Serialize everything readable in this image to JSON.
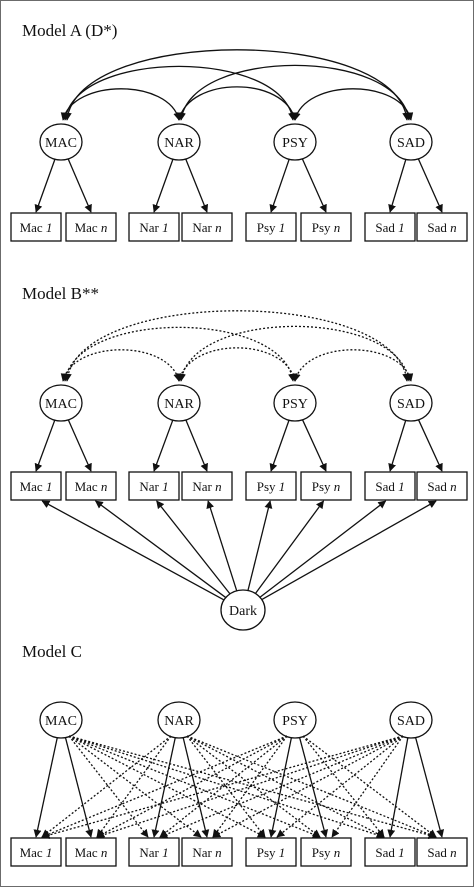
{
  "figure": {
    "panels": [
      {
        "id": "A",
        "title": "Model A (D*)",
        "factors": [
          "MAC",
          "NAR",
          "PSY",
          "SAD"
        ],
        "indicators": [
          {
            "base": "Mac",
            "suffix": "1"
          },
          {
            "base": "Mac",
            "suffix": "n"
          },
          {
            "base": "Nar",
            "suffix": "1"
          },
          {
            "base": "Nar",
            "suffix": "n"
          },
          {
            "base": "Psy",
            "suffix": "1"
          },
          {
            "base": "Psy",
            "suffix": "n"
          },
          {
            "base": "Sad",
            "suffix": "1"
          },
          {
            "base": "Sad",
            "suffix": "n"
          }
        ],
        "correlation_style": "solid"
      },
      {
        "id": "B",
        "title": "Model B**",
        "factors": [
          "MAC",
          "NAR",
          "PSY",
          "SAD"
        ],
        "indicators": [
          {
            "base": "Mac",
            "suffix": "1"
          },
          {
            "base": "Mac",
            "suffix": "n"
          },
          {
            "base": "Nar",
            "suffix": "1"
          },
          {
            "base": "Nar",
            "suffix": "n"
          },
          {
            "base": "Psy",
            "suffix": "1"
          },
          {
            "base": "Psy",
            "suffix": "n"
          },
          {
            "base": "Sad",
            "suffix": "1"
          },
          {
            "base": "Sad",
            "suffix": "n"
          }
        ],
        "general_factor": "Dark",
        "correlation_style": "dotted"
      },
      {
        "id": "C",
        "title": "Model C",
        "factors": [
          "MAC",
          "NAR",
          "PSY",
          "SAD"
        ],
        "indicators": [
          {
            "base": "Mac",
            "suffix": "1"
          },
          {
            "base": "Mac",
            "suffix": "n"
          },
          {
            "base": "Nar",
            "suffix": "1"
          },
          {
            "base": "Nar",
            "suffix": "n"
          },
          {
            "base": "Psy",
            "suffix": "1"
          },
          {
            "base": "Psy",
            "suffix": "n"
          },
          {
            "base": "Sad",
            "suffix": "1"
          },
          {
            "base": "Sad",
            "suffix": "n"
          }
        ],
        "cross_loading_style": "dotted"
      }
    ]
  }
}
